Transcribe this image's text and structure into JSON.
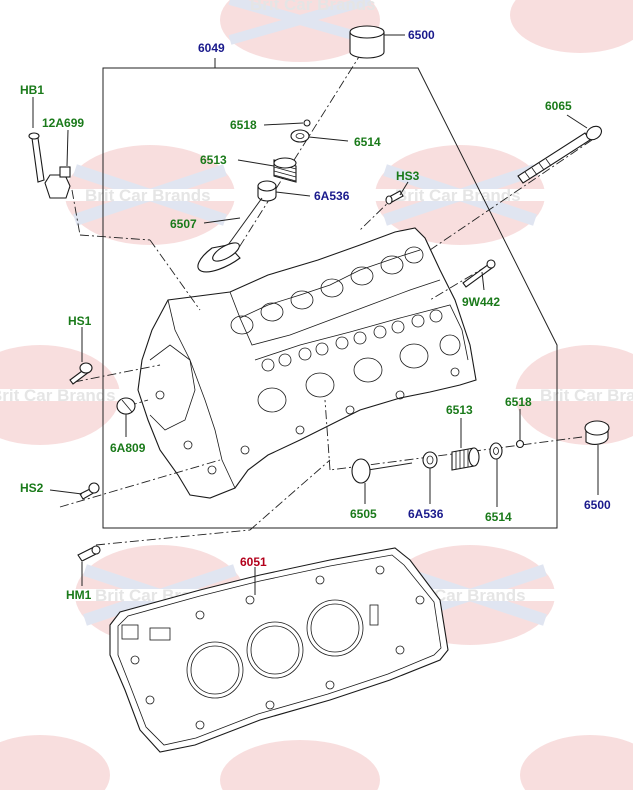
{
  "watermark": {
    "text": "Brit Car Brands",
    "color": "#d9d9d9",
    "flag_red": "#f2c4c4",
    "flag_blue": "#c7cfe6"
  },
  "colors": {
    "green": "#1a7a1a",
    "blue": "#1a1a8c",
    "red": "#b3001b",
    "line": "#222222"
  },
  "labels": {
    "l6049": "6049",
    "l6500_top": "6500",
    "l6065": "6065",
    "lHB1": "HB1",
    "l12A699": "12A699",
    "l6518_top": "6518",
    "l6514_top": "6514",
    "l6513_top": "6513",
    "l6A536_top": "6A536",
    "l6507": "6507",
    "lHS3": "HS3",
    "l9W442": "9W442",
    "lHS1": "HS1",
    "l6A809": "6A809",
    "l6513_bot": "6513",
    "l6518_bot": "6518",
    "l6500_bot": "6500",
    "lHS2": "HS2",
    "l6505": "6505",
    "l6A536_bot": "6A536",
    "l6514_bot": "6514",
    "l6051": "6051",
    "lHM1": "HM1"
  }
}
